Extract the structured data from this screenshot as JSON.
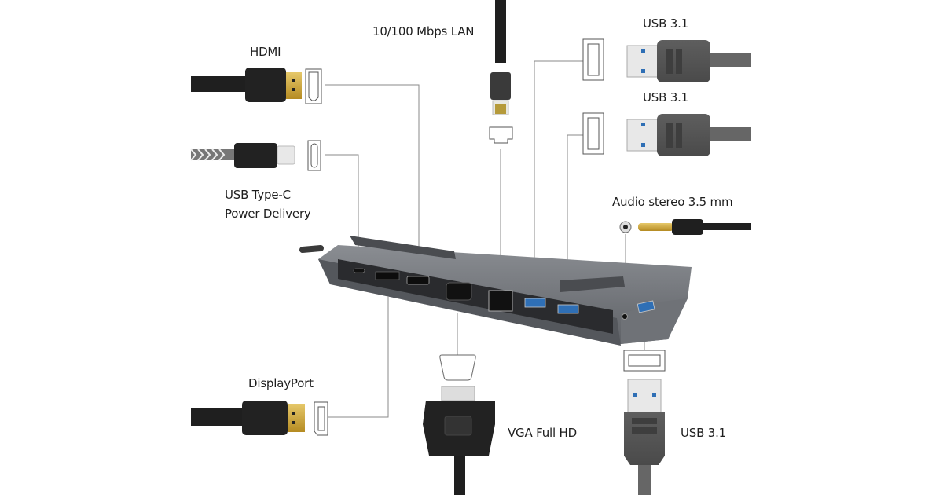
{
  "diagram": {
    "subject": "USB Type-C docking station",
    "colors": {
      "background": "#ffffff",
      "dock_body": "#6b6e73",
      "dock_face": "#2a2b2e",
      "usb3_blue": "#2f6fb5",
      "gold": "#c9a23a",
      "leader_line": "#8a8a8a",
      "cable_black": "#1f1f1f",
      "cable_grey": "#6a6a6a"
    },
    "ports": [
      {
        "id": "hdmi",
        "label": "HDMI",
        "icon": "hdmi-icon"
      },
      {
        "id": "usb-c-pd",
        "label_lines": [
          "USB Type-C",
          "Power Delivery"
        ],
        "icon": "usb-c-icon"
      },
      {
        "id": "lan",
        "label": "10/100 Mbps LAN",
        "icon": "rj45-icon"
      },
      {
        "id": "usb31-top",
        "label": "USB 3.1",
        "icon": "usb-a-icon"
      },
      {
        "id": "usb31-middle",
        "label": "USB 3.1",
        "icon": "usb-a-icon"
      },
      {
        "id": "audio",
        "label": "Audio stereo 3.5 mm",
        "icon": "audio-jack-icon"
      },
      {
        "id": "displayport",
        "label": "DisplayPort",
        "icon": "displayport-icon"
      },
      {
        "id": "vga",
        "label": "VGA Full HD",
        "icon": "vga-icon"
      },
      {
        "id": "usb31-bottom",
        "label": "USB 3.1",
        "icon": "usb-a-icon"
      }
    ]
  }
}
